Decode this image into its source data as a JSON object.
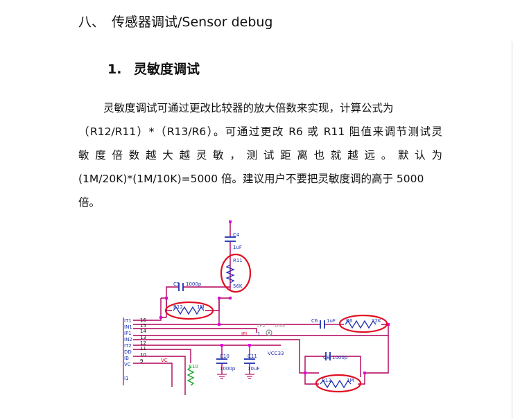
{
  "section": {
    "number": "八、",
    "title": "传感器调试/Sensor debug"
  },
  "subsection": {
    "number": "1.",
    "title": "灵敏度调试"
  },
  "paragraph": {
    "lines": [
      "灵敏度调试可通过更改比较器的放大倍数来实现，计算公式为",
      "（R12/R11）*（R13/R6）。可通过更改 R6 或 R11 阻值来调节测试灵",
      "敏度倍数越大越灵敏，测试距离也就越远。默认为",
      "(1M/20K)*(1M/10K)=5000 倍。建议用户不要把灵敏度调的高于 5000",
      "倍。"
    ]
  },
  "schematic": {
    "pins_left": [
      "IT1",
      "IN1",
      "IP1",
      "IN2",
      "IT2",
      "DD",
      "IB",
      "VC",
      "I1"
    ],
    "pin_numbers": [
      "16",
      "15",
      "14",
      "13",
      "12",
      "11",
      "10",
      "9"
    ],
    "components": {
      "C4": {
        "name": "C4",
        "value": "1uF"
      },
      "R11": {
        "name": "R11",
        "value": "56K"
      },
      "C5": {
        "name": "C5",
        "value": "1000p"
      },
      "R12": {
        "name": "R12",
        "value": "1M"
      },
      "C6": {
        "name": "C6",
        "value": "1uF"
      },
      "R6": {
        "name": "R6",
        "value": "22K"
      },
      "C8": {
        "name": "C8",
        "value": "1000p"
      },
      "R13": {
        "name": "R13",
        "value": "1M"
      },
      "C10": {
        "name": "C10",
        "value": "1000p"
      },
      "C11": {
        "name": "C11",
        "value": "10uF"
      },
      "R10": {
        "name": "R10",
        "value": ""
      }
    },
    "labels": {
      "tp2": "TP2",
      "dns": "DNS",
      "ifi": "IFI",
      "pin1": "1",
      "vcc33": "VCC33",
      "vc": "VC"
    },
    "colors": {
      "wire": "#b0005a",
      "text": "#1c2fb0",
      "node": "#e000e0",
      "highlight": "#e01020",
      "resistor": "#1c2fb0",
      "green": "#10a020"
    }
  }
}
